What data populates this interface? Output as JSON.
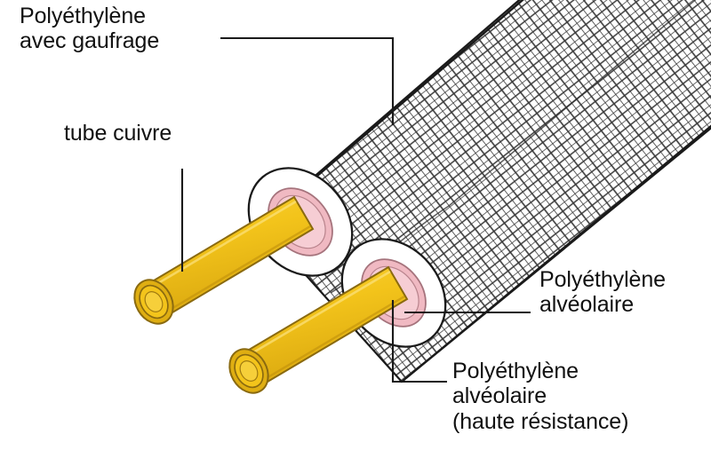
{
  "diagram": {
    "title": "Tube cuivre pré-isolé — coupe",
    "subject": "tube-cuivre-pre-isole",
    "background_color": "#ffffff",
    "line_color": "#1a1a1a"
  },
  "callouts": [
    {
      "id": "polyethylene-avec-gaufrage",
      "text": "Polyéthylène\navec gaufrage",
      "lines": [
        "Polyéthylène",
        "avec gaufrage"
      ],
      "leader": "elbow-right-down"
    },
    {
      "id": "tube-cuivre",
      "text": "tube cuivre",
      "lines": [
        "tube cuivre"
      ],
      "leader": "vertical-down"
    },
    {
      "id": "polyethylene-alveolaire",
      "text": "Polyéthylène\nalvéolaire",
      "lines": [
        "Polyéthylène",
        "alvéolaire"
      ],
      "leader": "horizontal-left"
    },
    {
      "id": "polyethylene-alveolaire-haute-resistance",
      "text": "Polyéthylène\nalvéolaire\n(haute résistance)",
      "lines": [
        "Polyéthylène",
        "alvéolaire",
        "(haute résistance)"
      ],
      "leader": "elbow-up-left"
    }
  ],
  "layers": {
    "outer_sheath": {
      "name": "Polyéthylène avec gaufrage",
      "fill": "#ffffff",
      "pattern": "embossed-diagonal-grid",
      "pattern_color": "#2b2b2b"
    },
    "foam_jacket": {
      "name": "Polyéthylène alvéolaire",
      "fill": "#fdfdfb",
      "stroke": "#1a1a1a"
    },
    "foam_core_hr": {
      "name": "Polyéthylène alvéolaire (haute résistance)",
      "fill": "#f0b9c2",
      "stroke": "#7a4a52"
    },
    "copper_tube": {
      "name": "tube cuivre",
      "fill": "#f3c41b",
      "fill_dark": "#dfae12",
      "stroke": "#8a6a10"
    }
  },
  "colors": {
    "copper_yellow": "#f3c41b",
    "copper_yellow_dark": "#dfae12",
    "copper_outline": "#8a6a10",
    "foam_pink": "#f0b9c2",
    "foam_pink_dark": "#cf909c",
    "sheath_white": "#ffffff",
    "ink": "#1a1a1a",
    "grid_ink": "#333333"
  }
}
